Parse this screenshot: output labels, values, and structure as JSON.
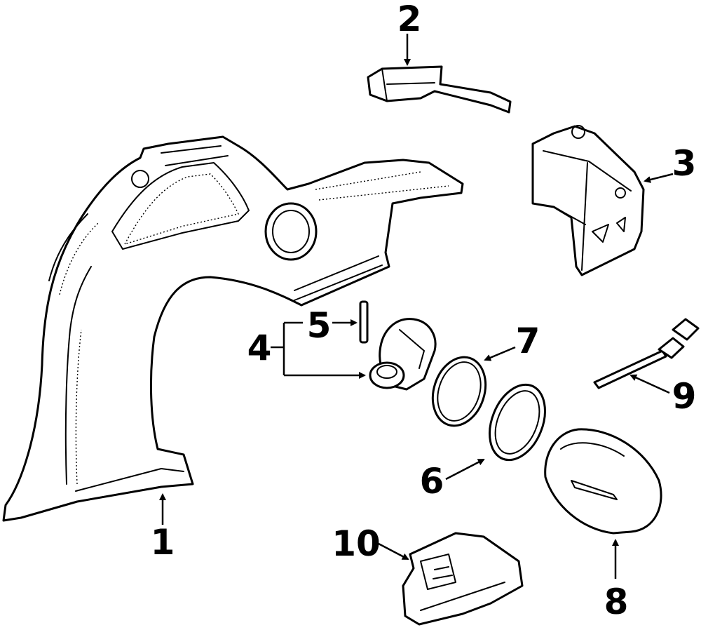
{
  "diagram": {
    "callouts": [
      {
        "id": "1",
        "label": "1"
      },
      {
        "id": "2",
        "label": "2"
      },
      {
        "id": "3",
        "label": "3"
      },
      {
        "id": "4",
        "label": "4"
      },
      {
        "id": "5",
        "label": "5"
      },
      {
        "id": "6",
        "label": "6"
      },
      {
        "id": "7",
        "label": "7"
      },
      {
        "id": "8",
        "label": "8"
      },
      {
        "id": "9",
        "label": "9"
      },
      {
        "id": "10",
        "label": "10"
      }
    ],
    "colors": {
      "ink": "#000000",
      "background": "#ffffff"
    }
  }
}
